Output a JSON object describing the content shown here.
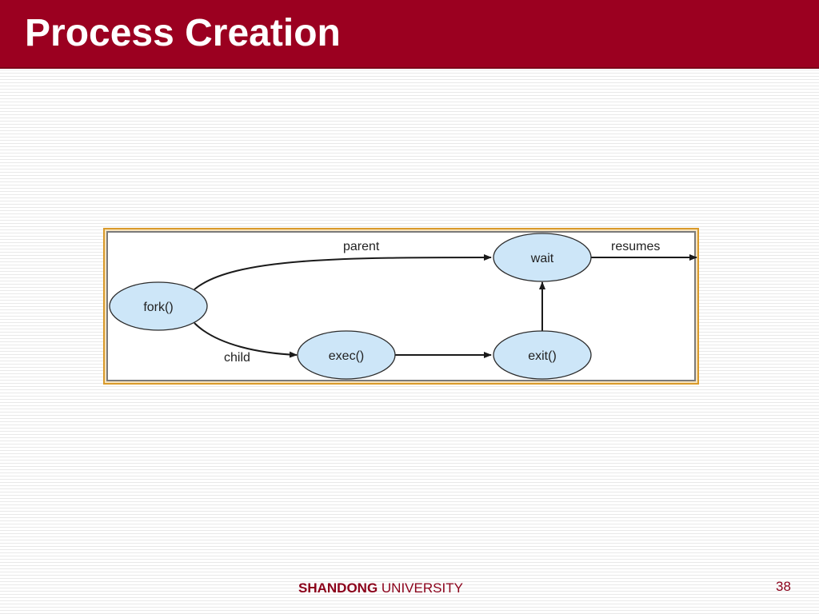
{
  "slide": {
    "title": "Process Creation",
    "page_number": "38"
  },
  "footer": {
    "university_bold": "SHANDONG",
    "university_rest": " UNIVERSITY"
  },
  "diagram": {
    "nodes": {
      "fork": "fork()",
      "exec": "exec()",
      "wait": "wait",
      "exit": "exit()"
    },
    "edge_labels": {
      "parent": "parent",
      "child": "child",
      "resumes": "resumes"
    }
  },
  "colors": {
    "title_bar": "#9b0020",
    "node_fill": "#cde6f8",
    "frame_border": "#d99a2b",
    "footer_text": "#8b001a"
  }
}
